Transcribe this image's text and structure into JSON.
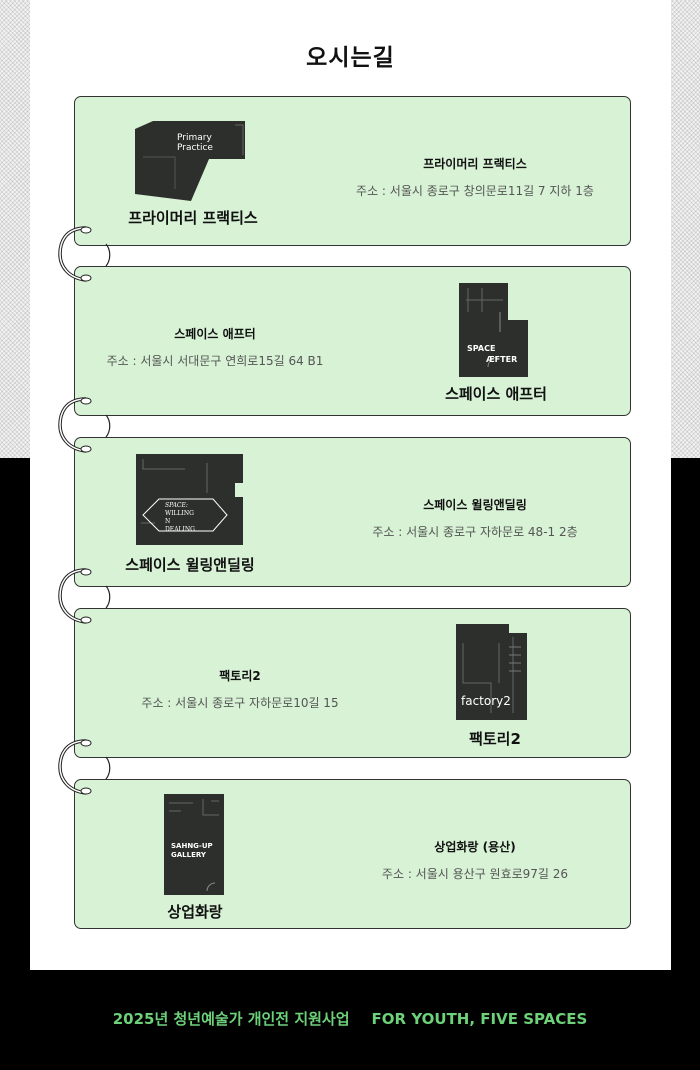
{
  "page": {
    "title": "오시는길",
    "accent_color": "#d8f2d6"
  },
  "venues": [
    {
      "name": "프라이머리 프랙티스",
      "label": "프라이머리 프랙티스",
      "address": "주소 : 서울시 종로구 창의문로11길 7 지하 1층",
      "map_text": [
        "Primary",
        "Practice"
      ]
    },
    {
      "name": "스페이스 애프터",
      "label": "스페이스 애프터",
      "address": "주소 : 서울시 서대문구 연희로15길 64 B1",
      "map_text": [
        "SPACE",
        "ÆFTER"
      ]
    },
    {
      "name": "스페이스 윌링앤딜링",
      "label": "스페이스 윌링앤딜링",
      "address": "주소 : 서울시 종로구 자하문로 48-1 2층",
      "map_text": [
        "SPACE:",
        "WILLING",
        "N",
        "DEALING"
      ]
    },
    {
      "name": "팩토리2",
      "label": "팩토리2",
      "address": "주소 : 서울시 종로구 자하문로10길 15",
      "map_text": [
        "factory2"
      ]
    },
    {
      "name": "상업화랑 (용산)",
      "label": "상업화랑",
      "address": "주소 : 서울시 용산구 원효로97길 26",
      "map_text": [
        "SAHNG-UP",
        "GALLERY"
      ]
    }
  ],
  "footer": {
    "left": "2025년 청년예술가 개인전 지원사업",
    "right": "FOR YOUTH, FIVE SPACES",
    "color": "#6dd17a"
  }
}
